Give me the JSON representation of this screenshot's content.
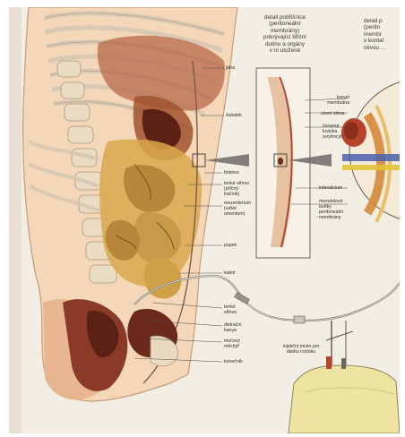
{
  "detail_left": {
    "heading": "detail pobřišnice\n(peritoneální\nmembrány)\npokrývající břišní\ndutinu a orgány\nv ní uložené"
  },
  "detail_right": {
    "heading": "detail p\n(perito\nmembr\nv kontal\ncévou ..."
  },
  "labels": {
    "jatra": "játra",
    "zaludek": "žaludek",
    "branice": "bránice",
    "tenke_streva_1": "tenké střevo",
    "tenke_streva_2": "(příčný",
    "tenke_streva_3": "tračník)",
    "omentum_1": "mezenterium",
    "omentum_2": "(velké",
    "omentum_3": "omentum)",
    "pupek": "pupek",
    "katetr": "katetr",
    "tenke_streva_low_1": "tenké",
    "tenke_streva_low_2": "střevo",
    "distalni_1": "distrační",
    "distalni_2": "kanya",
    "mocovy_1": "močový",
    "mocovy_2": "měchýř",
    "konecnik": "konečník",
    "krevni_1": "krevní",
    "krevni_2": "membrána",
    "cervena_1": "červená",
    "cervena_2": "krvinka",
    "cervena_3": "(erytrocyt)",
    "cevni_stena": "cévní stěna",
    "intersticium": "intersticium",
    "mezotelove_1": "mezotelové",
    "mezotelove_2": "buňky",
    "mezotelove_3": "peritoneální",
    "mezotelove_4": "membrány",
    "vak_1": "injekční místo pro",
    "vak_2": "dávku roztoku"
  }
}
